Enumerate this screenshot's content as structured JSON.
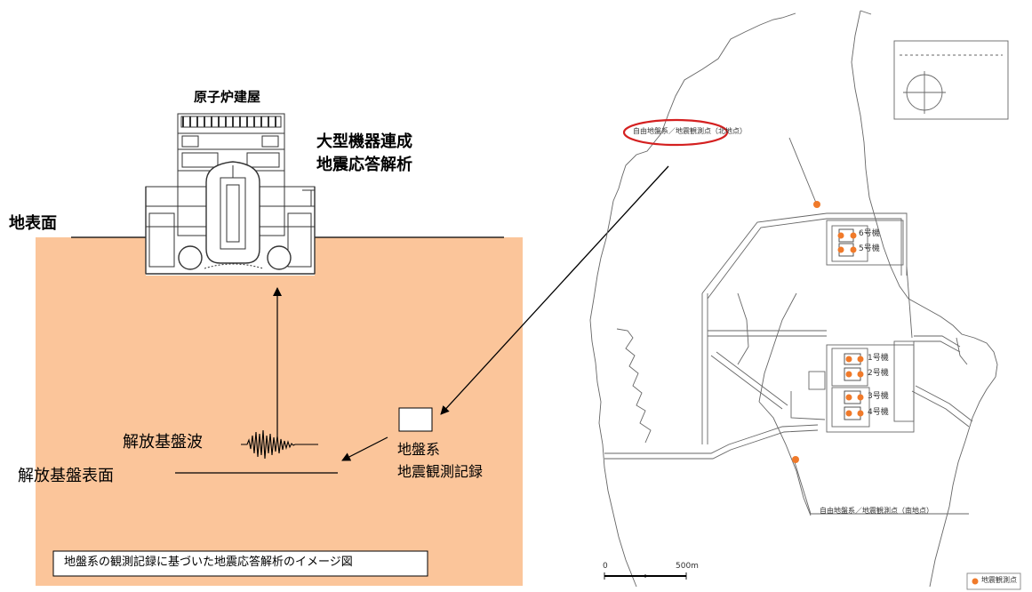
{
  "left_diagram": {
    "building_label": "原子炉建屋",
    "analysis_label_line1": "大型機器連成",
    "analysis_label_line2": "地震応答解析",
    "ground_surface_label": "地表面",
    "bedrock_wave_label": "解放基盤波",
    "bedrock_surface_label": "解放基盤表面",
    "record_label_line1": "地盤系",
    "record_label_line2": "地震観測記録",
    "caption": "地盤系の観測記録に基づいた地震応答解析のイメージ図",
    "ground_color": "#fbc59a"
  },
  "site_map": {
    "north_station_label": "自由地盤系／地震観測点（北地点）",
    "south_station_label": "自由地盤系／地震観測点（南地点）",
    "unit_labels": [
      "6号機",
      "5号機",
      "1号機",
      "2号機",
      "3号機",
      "4号機"
    ],
    "scale_zero": "0",
    "scale_end": "500m",
    "legend_label": "地震観測点",
    "marker_color": "#f07a2a",
    "highlight_color": "#d42020"
  }
}
